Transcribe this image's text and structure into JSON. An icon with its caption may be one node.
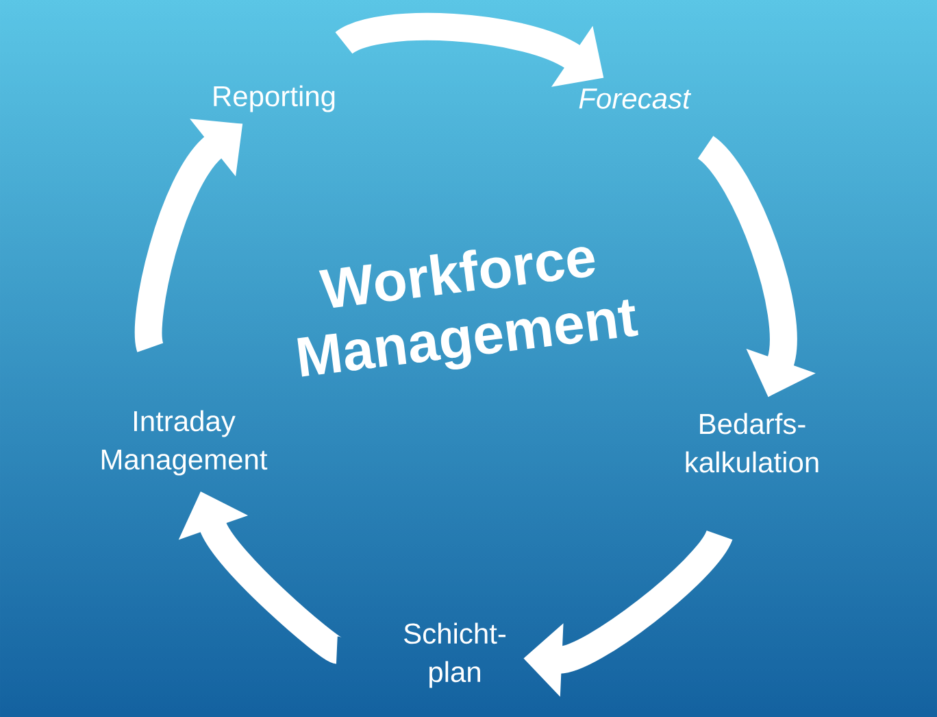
{
  "diagram": {
    "title": "Workforce Management",
    "nodes": [
      {
        "text": [
          "Reporting"
        ]
      },
      {
        "text": [
          "Forecast"
        ]
      },
      {
        "text": [
          "Bedarfs- kalkulation"
        ]
      },
      {
        "text": [
          "Schicht- plan"
        ]
      },
      {
        "text": [
          "Intraday Management"
        ]
      }
    ],
    "edges": [
      {
        "from": 0,
        "to": 1,
        "arrow": "to"
      },
      {
        "from": 1,
        "to": 2,
        "arrow": "to"
      },
      {
        "from": 2,
        "to": 3,
        "arrow": "to"
      },
      {
        "from": 3,
        "to": 4,
        "arrow": "to"
      },
      {
        "from": 4,
        "to": 0,
        "arrow": "to"
      }
    ]
  }
}
